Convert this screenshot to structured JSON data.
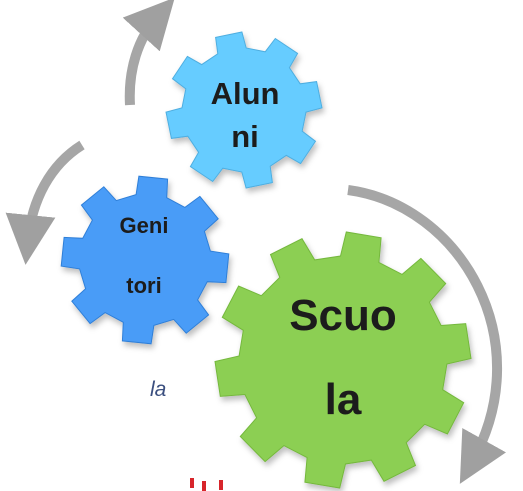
{
  "gears": {
    "alunni": {
      "line1": "Alun",
      "line2": "ni",
      "color": "#66ccff"
    },
    "genitori": {
      "line1": "Geni",
      "line2": "tori",
      "color": "#4a9cf7"
    },
    "scuola": {
      "line1": "Scuo",
      "line2": "la",
      "color": "#8ccf52"
    }
  },
  "side_text": "la",
  "arrow_color": "#9e9e9e"
}
